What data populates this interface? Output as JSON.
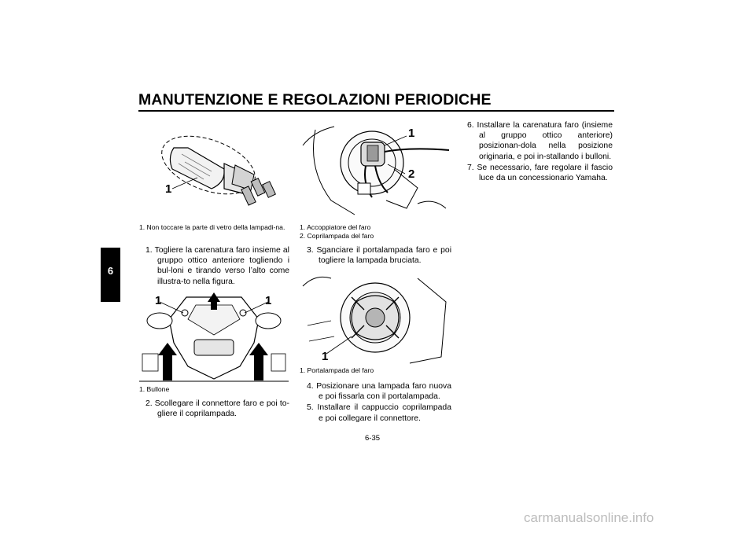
{
  "header": {
    "title": "MANUTENZIONE E REGOLAZIONI PERIODICHE"
  },
  "chapter_tab": "6",
  "figures": {
    "bulb": {
      "callout": "1",
      "caption": [
        "1. Non toccare la parte di vetro della lampadi-na."
      ]
    },
    "cowling": {
      "callout_left": "1",
      "callout_right": "1",
      "caption": [
        "1. Bullone"
      ]
    },
    "connector": {
      "callout_1": "1",
      "callout_2": "2",
      "caption": [
        "1. Accoppiatore del faro",
        "2. Coprilampada del faro"
      ]
    },
    "holder": {
      "callout": "1",
      "caption": [
        "1. Portalampada del faro"
      ]
    }
  },
  "steps": [
    "1. Togliere la carenatura faro insieme al gruppo ottico anteriore togliendo i bul-loni e tirando verso l’alto come illustra-to nella figura.",
    "2. Scollegare il connettore faro e poi to-gliere il coprilampada.",
    "3. Sganciare il portalampada faro e poi togliere la lampada bruciata.",
    "4. Posizionare una lampada faro nuova e poi fissarla con il portalampada.",
    "5. Installare il cappuccio coprilampada e poi collegare il connettore.",
    "6. Installare la carenatura faro (insieme al gruppo ottico anteriore) posizionan-dola nella posizione originaria, e poi in-stallando i bulloni.",
    "7. Se necessario, fare regolare il fascio luce da un concessionario Yamaha."
  ],
  "footer": {
    "page_number": "6-35",
    "watermark": "carmanualsonline.info"
  }
}
